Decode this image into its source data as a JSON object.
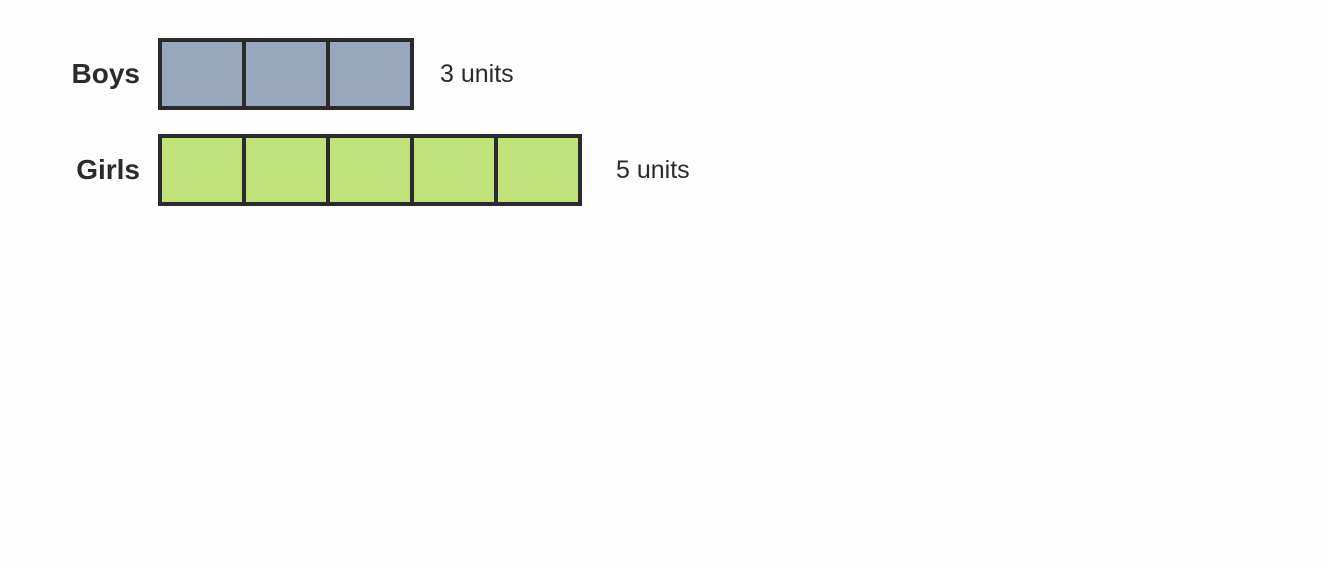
{
  "rows": [
    {
      "label": "Boys",
      "units": 3,
      "unit_label": "3 units",
      "color": "#9aa8be"
    },
    {
      "label": "Girls",
      "units": 5,
      "unit_label": "5 units",
      "color": "#c1e27a"
    }
  ],
  "border_color": "#2b2b2b"
}
